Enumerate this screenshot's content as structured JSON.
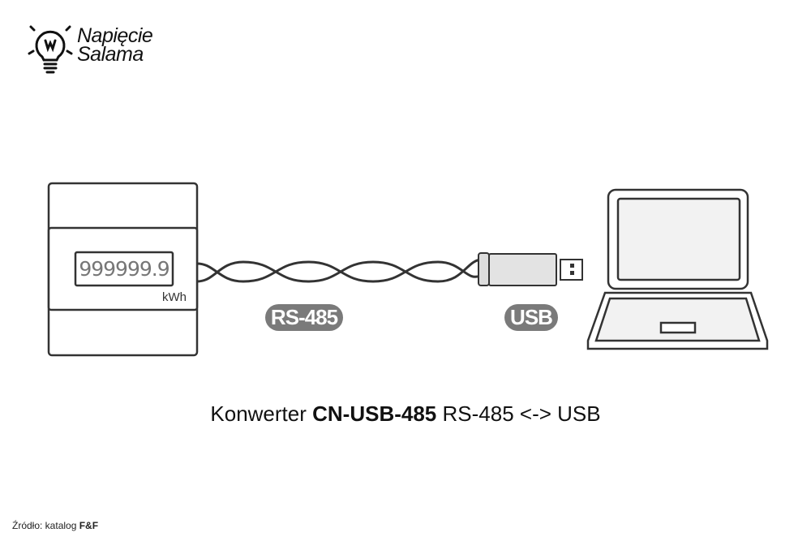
{
  "logo": {
    "line1": "Napięcie",
    "line2": "Salama"
  },
  "meter": {
    "display_value": "999999.9",
    "unit": "kWh"
  },
  "labels": {
    "rs485": "RS-485",
    "usb": "USB"
  },
  "caption": {
    "prefix": "Konwerter ",
    "model": "CN-USB-485",
    "suffix": " RS-485 <-> USB"
  },
  "source": {
    "prefix": "Źródło: katalog ",
    "brand": "F&F"
  },
  "colors": {
    "pill": "#7a7a7a",
    "stroke": "#333333",
    "usb_body": "#e3e3e3"
  }
}
